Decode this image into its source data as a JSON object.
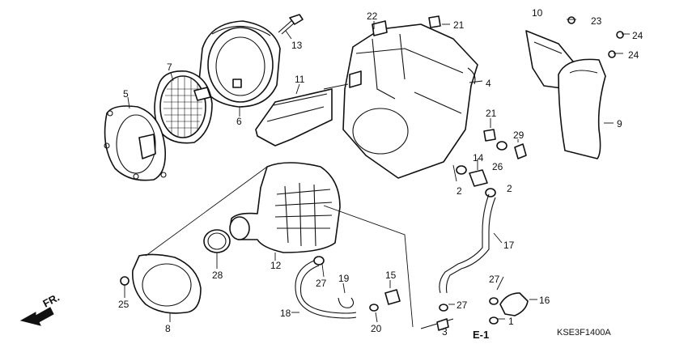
{
  "diagram": {
    "callouts": {
      "c1": "1",
      "c2a": "2",
      "c2b": "2",
      "c3": "3",
      "c4": "4",
      "c5": "5",
      "c6": "6",
      "c7": "7",
      "c8": "8",
      "c9": "9",
      "c10": "10",
      "c11": "11",
      "c12": "12",
      "c13": "13",
      "c14": "14",
      "c15": "15",
      "c16": "16",
      "c17": "17",
      "c18": "18",
      "c19": "19",
      "c20": "20",
      "c21a": "21",
      "c21b": "21",
      "c22": "22",
      "c23": "23",
      "c24a": "24",
      "c24b": "24",
      "c25": "25",
      "c26": "26",
      "c27a": "27",
      "c27b": "27",
      "c27c": "27",
      "c28": "28",
      "c29": "29"
    },
    "direction_label": "FR.",
    "section_label": "E-1",
    "reference_code": "KSE3F1400A"
  }
}
